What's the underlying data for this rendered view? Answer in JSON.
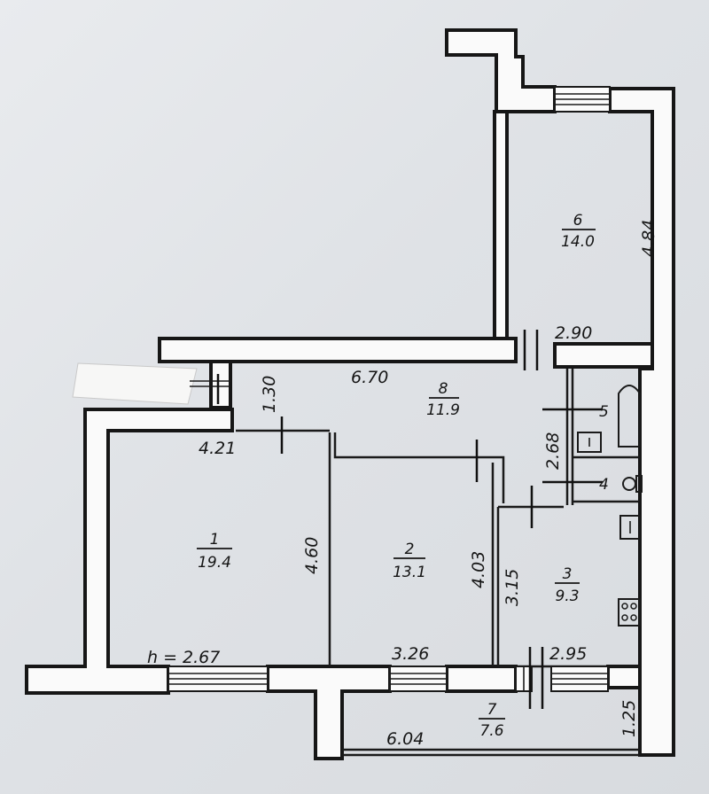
{
  "rooms": [
    {
      "id": "room-1",
      "number": "1",
      "area": "19.4"
    },
    {
      "id": "room-2",
      "number": "2",
      "area": "13.1"
    },
    {
      "id": "room-3",
      "number": "3",
      "area": "9.3"
    },
    {
      "id": "room-4",
      "number": "4",
      "area": ""
    },
    {
      "id": "room-5",
      "number": "5",
      "area": ""
    },
    {
      "id": "room-6",
      "number": "6",
      "area": "14.0"
    },
    {
      "id": "room-7",
      "number": "7",
      "area": "7.6"
    },
    {
      "id": "room-8",
      "number": "8",
      "area": "11.9"
    }
  ],
  "dimensions": {
    "d_4_84": "4.84",
    "d_2_90": "2.90",
    "d_6_70": "6.70",
    "d_1_30": "1.30",
    "d_2_68": "2.68",
    "d_4_21": "4.21",
    "d_4_60": "4.60",
    "d_4_03": "4.03",
    "d_3_15": "3.15",
    "d_3_26": "3.26",
    "d_2_95": "2.95",
    "d_6_04": "6.04",
    "d_1_25": "1.25",
    "ceiling_height": "h = 2.67"
  },
  "icons": [
    "bathtub-icon",
    "sink-icon",
    "toilet-icon",
    "kitchen-sink-icon",
    "stove-icon"
  ]
}
